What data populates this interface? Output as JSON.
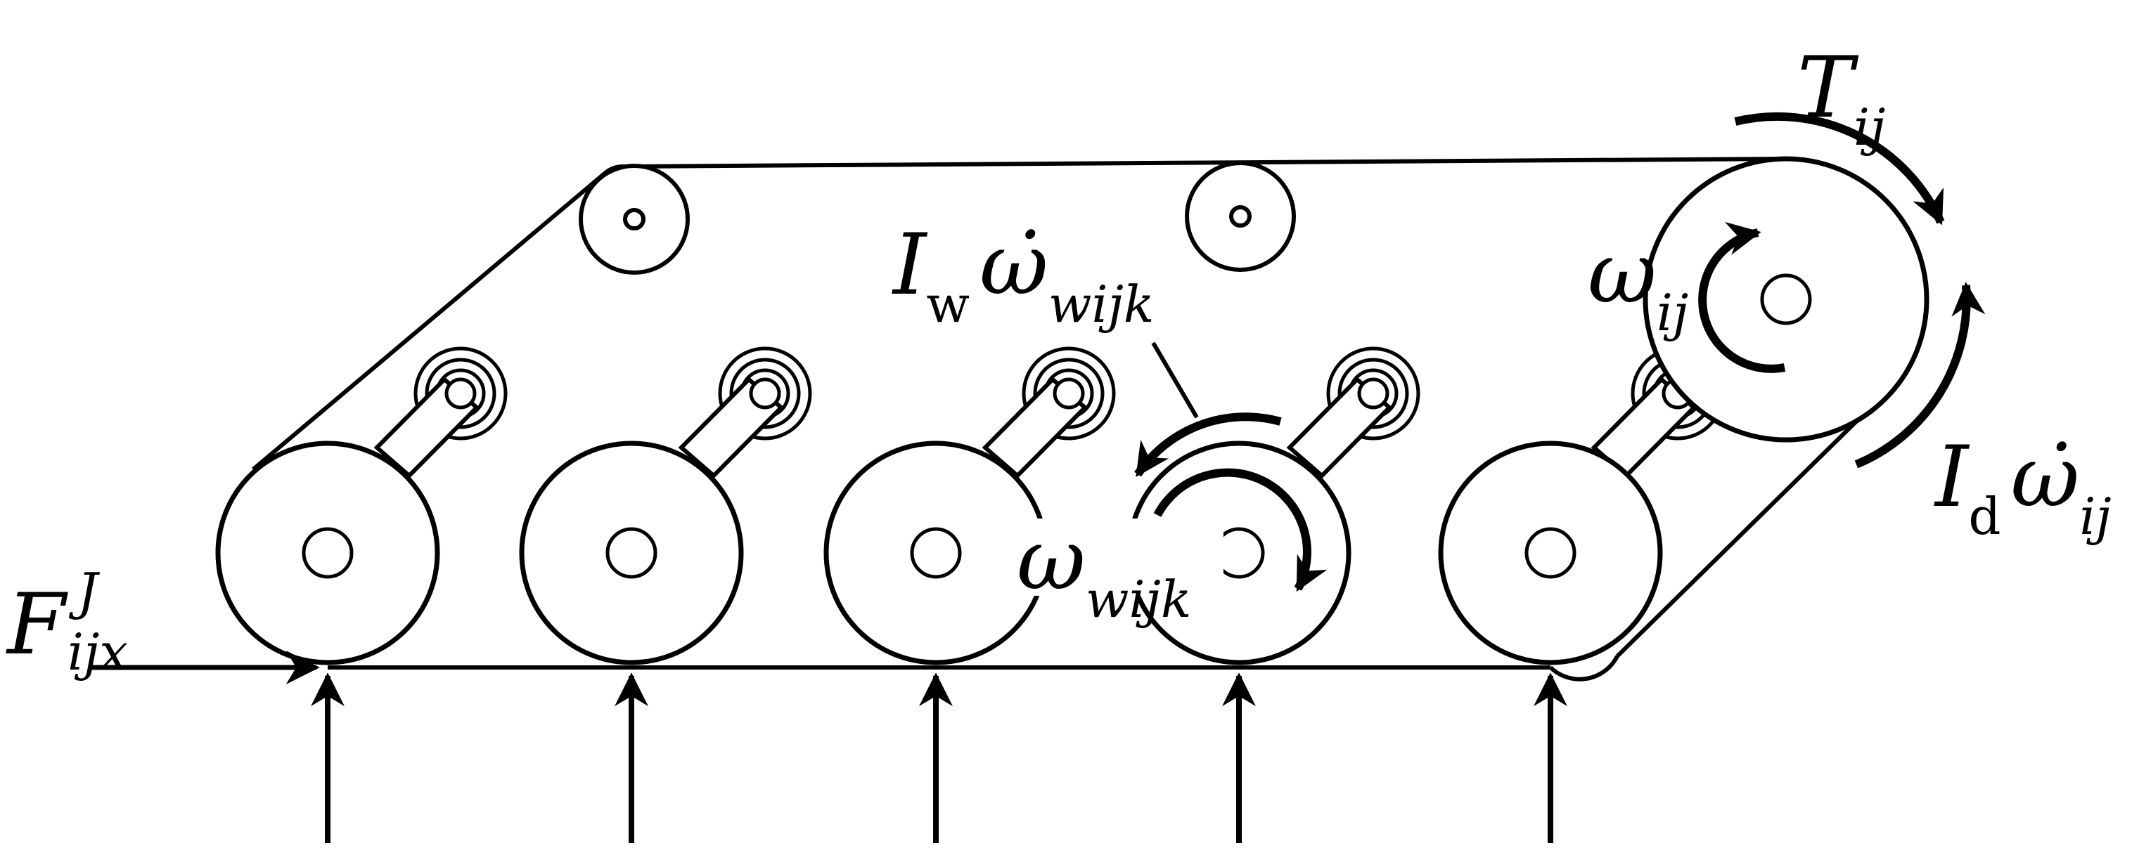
{
  "labels": {
    "track_torque": {
      "main": "T",
      "sub": "ij"
    },
    "drive_speed": {
      "main": "ω",
      "sub": "ij"
    },
    "wheel_inertia": {
      "main": "I",
      "mid": "w",
      "dot_symbol": "ω̇",
      "sub": "wijk"
    },
    "wheel_speed": {
      "main": "ω",
      "sub": "wijk"
    },
    "drive_inertia": {
      "main": "I",
      "mid": "d",
      "dot_symbol": "ω̇",
      "sub": "ij"
    },
    "traction_force": {
      "main": "F",
      "sup": "J",
      "sub": "ijx"
    }
  },
  "colors": {
    "stroke": "#000000",
    "background": "#ffffff"
  },
  "counts": {
    "road_wheels": 5,
    "idler_rollers": 2,
    "ground_reactions": 5
  }
}
